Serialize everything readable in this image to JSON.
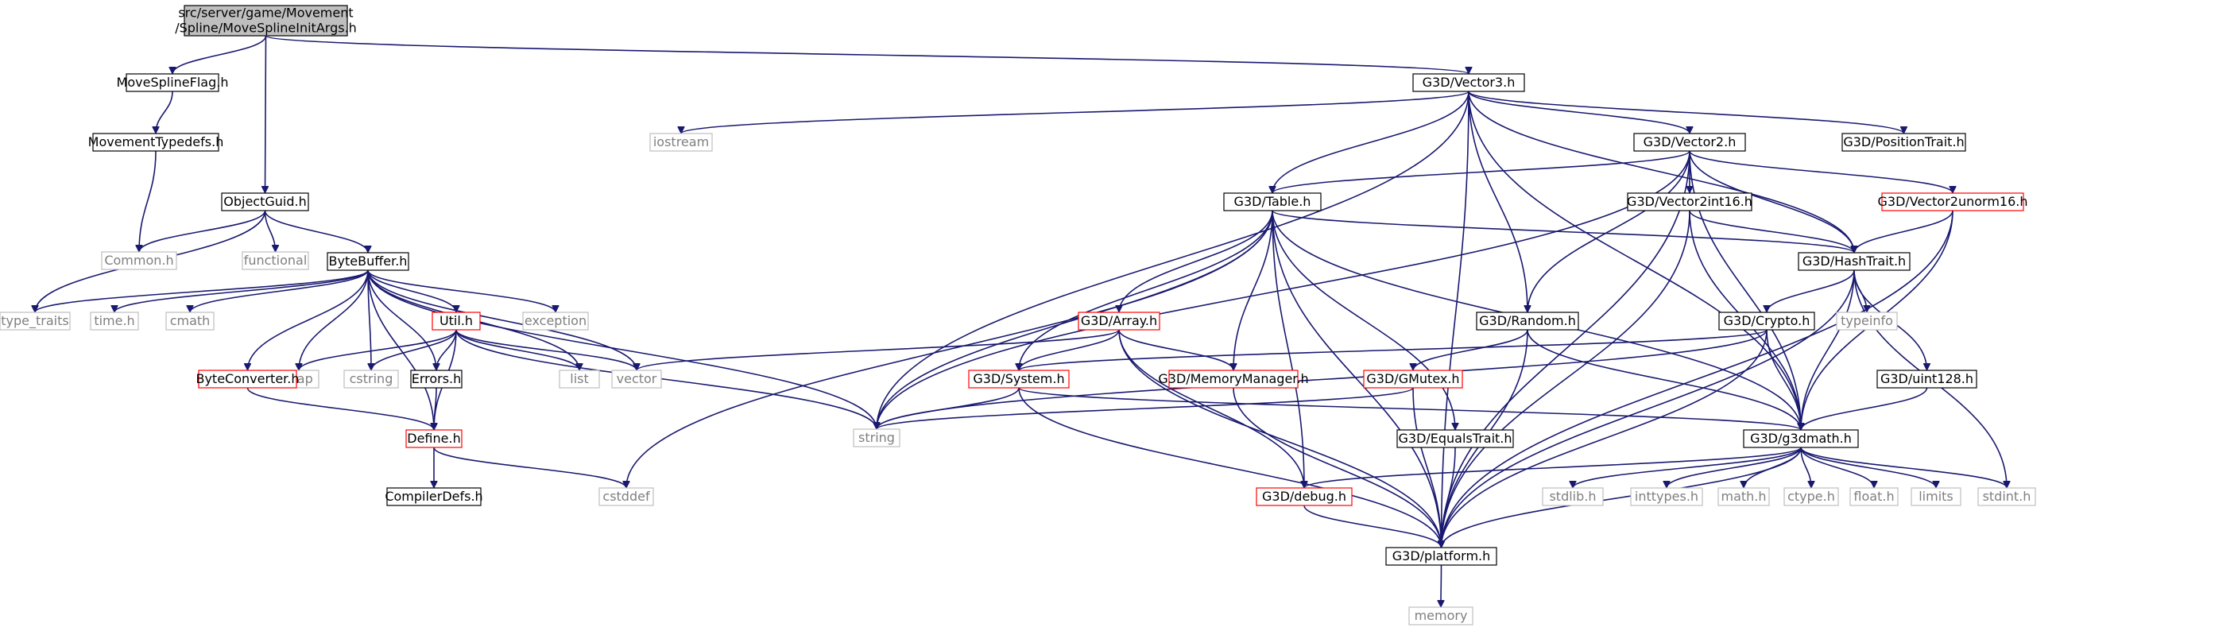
{
  "colors": {
    "edge": "#191970",
    "box_normal": "#000000",
    "box_truncated": "#ff0000",
    "box_external": "#bfbfbf",
    "root_fill": "#bfbfbf",
    "text_normal": "#000000",
    "text_external": "#7f7f7f"
  },
  "nodes": [
    {
      "id": "root",
      "lines": [
        "src/server/game/Movement",
        "/Spline/MoveSplineInitArgs.h"
      ],
      "kind": "root"
    },
    {
      "id": "msflag",
      "lines": [
        "MoveSplineFlag.h"
      ],
      "kind": "normal"
    },
    {
      "id": "mtypedefs",
      "lines": [
        "MovementTypedefs.h"
      ],
      "kind": "normal"
    },
    {
      "id": "common",
      "lines": [
        "Common.h"
      ],
      "kind": "external"
    },
    {
      "id": "objguid",
      "lines": [
        "ObjectGuid.h"
      ],
      "kind": "normal"
    },
    {
      "id": "functional",
      "lines": [
        "functional"
      ],
      "kind": "external"
    },
    {
      "id": "bytebuffer",
      "lines": [
        "ByteBuffer.h"
      ],
      "kind": "normal"
    },
    {
      "id": "typetraits",
      "lines": [
        "type_traits"
      ],
      "kind": "external"
    },
    {
      "id": "timeh",
      "lines": [
        "time.h"
      ],
      "kind": "external"
    },
    {
      "id": "cmath",
      "lines": [
        "cmath"
      ],
      "kind": "external"
    },
    {
      "id": "utilh",
      "lines": [
        "Util.h"
      ],
      "kind": "truncated"
    },
    {
      "id": "exception",
      "lines": [
        "exception"
      ],
      "kind": "external"
    },
    {
      "id": "map",
      "lines": [
        "map"
      ],
      "kind": "external"
    },
    {
      "id": "cstring",
      "lines": [
        "cstring"
      ],
      "kind": "external"
    },
    {
      "id": "errors",
      "lines": [
        "Errors.h"
      ],
      "kind": "normal"
    },
    {
      "id": "list",
      "lines": [
        "list"
      ],
      "kind": "external"
    },
    {
      "id": "vector",
      "lines": [
        "vector"
      ],
      "kind": "external"
    },
    {
      "id": "byteconv",
      "lines": [
        "ByteConverter.h"
      ],
      "kind": "truncated"
    },
    {
      "id": "define",
      "lines": [
        "Define.h"
      ],
      "kind": "truncated"
    },
    {
      "id": "compilerdefs",
      "lines": [
        "CompilerDefs.h"
      ],
      "kind": "normal"
    },
    {
      "id": "cstddef",
      "lines": [
        "cstddef"
      ],
      "kind": "external"
    },
    {
      "id": "string",
      "lines": [
        "string"
      ],
      "kind": "external"
    },
    {
      "id": "vector3",
      "lines": [
        "G3D/Vector3.h"
      ],
      "kind": "normal"
    },
    {
      "id": "iostream",
      "lines": [
        "iostream"
      ],
      "kind": "external"
    },
    {
      "id": "vector2",
      "lines": [
        "G3D/Vector2.h"
      ],
      "kind": "normal"
    },
    {
      "id": "postrait",
      "lines": [
        "G3D/PositionTrait.h"
      ],
      "kind": "normal"
    },
    {
      "id": "table",
      "lines": [
        "G3D/Table.h"
      ],
      "kind": "normal"
    },
    {
      "id": "v2int16",
      "lines": [
        "G3D/Vector2int16.h"
      ],
      "kind": "normal"
    },
    {
      "id": "v2unorm16",
      "lines": [
        "G3D/Vector2unorm16.h"
      ],
      "kind": "truncated"
    },
    {
      "id": "hashtrait",
      "lines": [
        "G3D/HashTrait.h"
      ],
      "kind": "normal"
    },
    {
      "id": "array",
      "lines": [
        "G3D/Array.h"
      ],
      "kind": "truncated"
    },
    {
      "id": "random",
      "lines": [
        "G3D/Random.h"
      ],
      "kind": "normal"
    },
    {
      "id": "crypto",
      "lines": [
        "G3D/Crypto.h"
      ],
      "kind": "normal"
    },
    {
      "id": "typeinfo",
      "lines": [
        "typeinfo"
      ],
      "kind": "external"
    },
    {
      "id": "system",
      "lines": [
        "G3D/System.h"
      ],
      "kind": "truncated"
    },
    {
      "id": "memmgr",
      "lines": [
        "G3D/MemoryManager.h"
      ],
      "kind": "truncated"
    },
    {
      "id": "gmutex",
      "lines": [
        "G3D/GMutex.h"
      ],
      "kind": "truncated"
    },
    {
      "id": "uint128",
      "lines": [
        "G3D/uint128.h"
      ],
      "kind": "normal"
    },
    {
      "id": "equalstrait",
      "lines": [
        "G3D/EqualsTrait.h"
      ],
      "kind": "normal"
    },
    {
      "id": "g3dmath",
      "lines": [
        "G3D/g3dmath.h"
      ],
      "kind": "normal"
    },
    {
      "id": "debug",
      "lines": [
        "G3D/debug.h"
      ],
      "kind": "truncated"
    },
    {
      "id": "stdlib",
      "lines": [
        "stdlib.h"
      ],
      "kind": "external"
    },
    {
      "id": "inttypes",
      "lines": [
        "inttypes.h"
      ],
      "kind": "external"
    },
    {
      "id": "mathh",
      "lines": [
        "math.h"
      ],
      "kind": "external"
    },
    {
      "id": "ctype",
      "lines": [
        "ctype.h"
      ],
      "kind": "external"
    },
    {
      "id": "floath",
      "lines": [
        "float.h"
      ],
      "kind": "external"
    },
    {
      "id": "limits",
      "lines": [
        "limits"
      ],
      "kind": "external"
    },
    {
      "id": "stdint",
      "lines": [
        "stdint.h"
      ],
      "kind": "external"
    },
    {
      "id": "platform",
      "lines": [
        "G3D/platform.h"
      ],
      "kind": "normal"
    },
    {
      "id": "memory",
      "lines": [
        "memory"
      ],
      "kind": "external"
    }
  ],
  "edges": [
    [
      "root",
      "msflag"
    ],
    [
      "root",
      "objguid"
    ],
    [
      "root",
      "vector3"
    ],
    [
      "msflag",
      "mtypedefs"
    ],
    [
      "mtypedefs",
      "common"
    ],
    [
      "objguid",
      "common"
    ],
    [
      "objguid",
      "functional"
    ],
    [
      "objguid",
      "bytebuffer"
    ],
    [
      "objguid",
      "typetraits"
    ],
    [
      "bytebuffer",
      "typetraits"
    ],
    [
      "bytebuffer",
      "timeh"
    ],
    [
      "bytebuffer",
      "cmath"
    ],
    [
      "bytebuffer",
      "utilh"
    ],
    [
      "bytebuffer",
      "exception"
    ],
    [
      "bytebuffer",
      "map"
    ],
    [
      "bytebuffer",
      "cstring"
    ],
    [
      "bytebuffer",
      "errors"
    ],
    [
      "bytebuffer",
      "list"
    ],
    [
      "bytebuffer",
      "vector"
    ],
    [
      "bytebuffer",
      "byteconv"
    ],
    [
      "bytebuffer",
      "define"
    ],
    [
      "bytebuffer",
      "string"
    ],
    [
      "utilh",
      "map"
    ],
    [
      "utilh",
      "cstring"
    ],
    [
      "utilh",
      "errors"
    ],
    [
      "utilh",
      "list"
    ],
    [
      "utilh",
      "vector"
    ],
    [
      "utilh",
      "define"
    ],
    [
      "utilh",
      "string"
    ],
    [
      "errors",
      "define"
    ],
    [
      "byteconv",
      "define"
    ],
    [
      "define",
      "compilerdefs"
    ],
    [
      "define",
      "cstddef"
    ],
    [
      "vector3",
      "iostream"
    ],
    [
      "vector3",
      "string"
    ],
    [
      "vector3",
      "vector2"
    ],
    [
      "vector3",
      "postrait"
    ],
    [
      "vector3",
      "table"
    ],
    [
      "vector3",
      "hashtrait"
    ],
    [
      "vector3",
      "random"
    ],
    [
      "vector3",
      "g3dmath"
    ],
    [
      "vector3",
      "platform"
    ],
    [
      "vector2",
      "string"
    ],
    [
      "vector2",
      "table"
    ],
    [
      "vector2",
      "v2int16"
    ],
    [
      "vector2",
      "v2unorm16"
    ],
    [
      "vector2",
      "hashtrait"
    ],
    [
      "vector2",
      "random"
    ],
    [
      "vector2",
      "g3dmath"
    ],
    [
      "vector2",
      "platform"
    ],
    [
      "table",
      "hashtrait"
    ],
    [
      "table",
      "array"
    ],
    [
      "table",
      "system"
    ],
    [
      "table",
      "memmgr"
    ],
    [
      "table",
      "string"
    ],
    [
      "table",
      "cstddef"
    ],
    [
      "table",
      "equalstrait"
    ],
    [
      "table",
      "g3dmath"
    ],
    [
      "table",
      "debug"
    ],
    [
      "table",
      "platform"
    ],
    [
      "v2int16",
      "hashtrait"
    ],
    [
      "v2int16",
      "g3dmath"
    ],
    [
      "v2int16",
      "platform"
    ],
    [
      "v2unorm16",
      "hashtrait"
    ],
    [
      "v2unorm16",
      "g3dmath"
    ],
    [
      "v2unorm16",
      "platform"
    ],
    [
      "hashtrait",
      "crypto"
    ],
    [
      "hashtrait",
      "typeinfo"
    ],
    [
      "hashtrait",
      "uint128"
    ],
    [
      "hashtrait",
      "g3dmath"
    ],
    [
      "hashtrait",
      "stdint"
    ],
    [
      "hashtrait",
      "platform"
    ],
    [
      "array",
      "vector"
    ],
    [
      "array",
      "system"
    ],
    [
      "array",
      "memmgr"
    ],
    [
      "array",
      "debug"
    ],
    [
      "array",
      "platform"
    ],
    [
      "random",
      "gmutex"
    ],
    [
      "random",
      "g3dmath"
    ],
    [
      "random",
      "platform"
    ],
    [
      "crypto",
      "system"
    ],
    [
      "crypto",
      "string"
    ],
    [
      "crypto",
      "g3dmath"
    ],
    [
      "crypto",
      "platform"
    ],
    [
      "system",
      "string"
    ],
    [
      "system",
      "g3dmath"
    ],
    [
      "system",
      "platform"
    ],
    [
      "memmgr",
      "platform"
    ],
    [
      "gmutex",
      "string"
    ],
    [
      "gmutex",
      "platform"
    ],
    [
      "uint128",
      "g3dmath"
    ],
    [
      "equalstrait",
      "platform"
    ],
    [
      "g3dmath",
      "debug"
    ],
    [
      "g3dmath",
      "stdlib"
    ],
    [
      "g3dmath",
      "inttypes"
    ],
    [
      "g3dmath",
      "mathh"
    ],
    [
      "g3dmath",
      "ctype"
    ],
    [
      "g3dmath",
      "floath"
    ],
    [
      "g3dmath",
      "limits"
    ],
    [
      "g3dmath",
      "stdint"
    ],
    [
      "g3dmath",
      "platform"
    ],
    [
      "debug",
      "platform"
    ],
    [
      "platform",
      "memory"
    ]
  ]
}
